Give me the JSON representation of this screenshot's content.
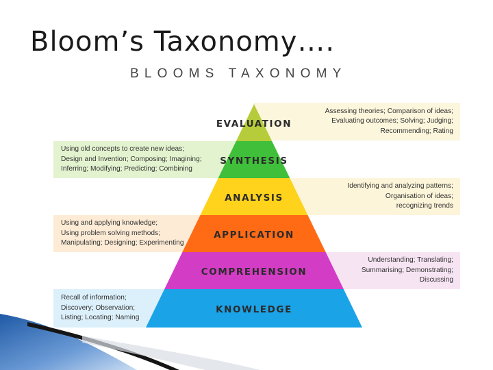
{
  "slide": {
    "title": "Bloom’s Taxonomy…."
  },
  "figure": {
    "title": "BLOOMS TAXONOMY",
    "levels": [
      {
        "name": "EVALUATION",
        "color": "#b7cc3a",
        "side": "right",
        "box_color": "#fbf6dc",
        "description": [
          "Assessing theories; Comparison of ideas;",
          "Evaluating outcomes; Solving; Judging;",
          "Recommending; Rating"
        ]
      },
      {
        "name": "SYNTHESIS",
        "color": "#3fbf3a",
        "side": "left",
        "box_color": "#e3f3cf",
        "description": [
          "Using old concepts to create new ideas;",
          "Design and Invention; Composing; Imagining;",
          "Inferring; Modifying; Predicting; Combining"
        ]
      },
      {
        "name": "ANALYSIS",
        "color": "#ffd21c",
        "side": "right",
        "box_color": "#fdf5d9",
        "description": [
          "Identifying and analyzing patterns;",
          "Organisation of ideas;",
          "recognizing trends"
        ]
      },
      {
        "name": "APPLICATION",
        "color": "#ff6a14",
        "side": "left",
        "box_color": "#fdebd5",
        "description": [
          "Using and applying knowledge;",
          "Using problem solving methods;",
          "Manipulating; Designing; Experimenting"
        ]
      },
      {
        "name": "COMPREHENSION",
        "color": "#d33cc4",
        "side": "right",
        "box_color": "#f7e4f3",
        "description": [
          "Understanding; Translating;",
          "Summarising; Demonstrating;",
          "Discussing"
        ]
      },
      {
        "name": "KNOWLEDGE",
        "color": "#1ba3e8",
        "side": "left",
        "box_color": "#dcf0fb",
        "description": [
          "Recall of information;",
          "Discovery; Observation;",
          "Listing; Locating; Naming"
        ]
      }
    ]
  }
}
